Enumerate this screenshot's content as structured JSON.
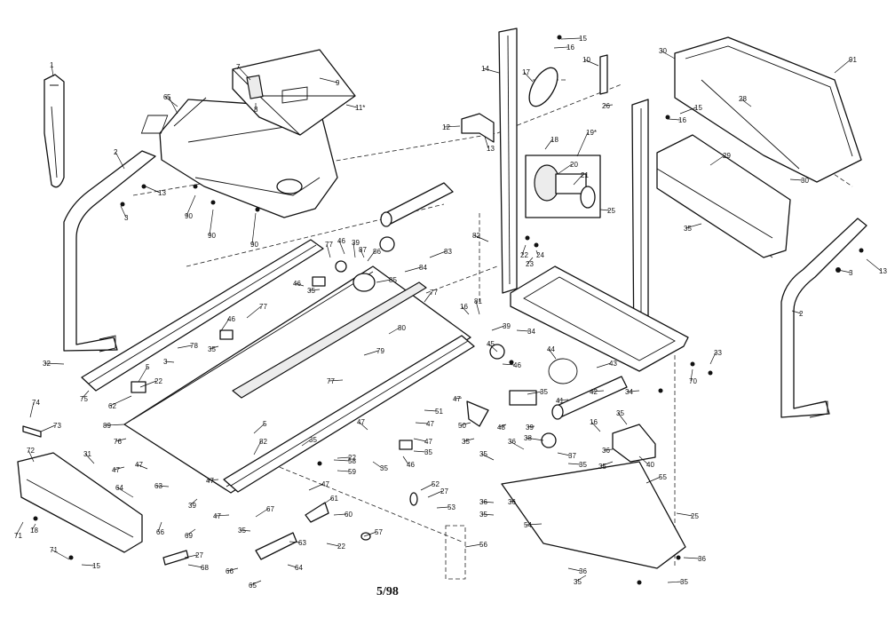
{
  "footer_code": "5/98",
  "part_labels": [
    "1",
    "2",
    "3",
    "5",
    "6",
    "7",
    "8",
    "9",
    "10",
    "11*",
    "12",
    "13",
    "14",
    "15",
    "16",
    "17",
    "18",
    "19*",
    "20",
    "21",
    "22",
    "23",
    "24",
    "25",
    "26",
    "27",
    "28",
    "29",
    "30",
    "31",
    "32",
    "33",
    "34",
    "35",
    "36",
    "37",
    "38",
    "39",
    "40",
    "41",
    "42",
    "43",
    "44",
    "45",
    "46",
    "47",
    "48",
    "49",
    "50",
    "51",
    "52",
    "53",
    "54",
    "55",
    "56",
    "57",
    "58",
    "59",
    "60",
    "61",
    "62",
    "63",
    "64",
    "65",
    "66",
    "67",
    "68",
    "69",
    "70",
    "71",
    "72",
    "73",
    "74",
    "75",
    "76",
    "77",
    "78",
    "79",
    "80",
    "81",
    "82",
    "83",
    "84",
    "85",
    "86",
    "87",
    "88",
    "89",
    "90",
    "91"
  ]
}
